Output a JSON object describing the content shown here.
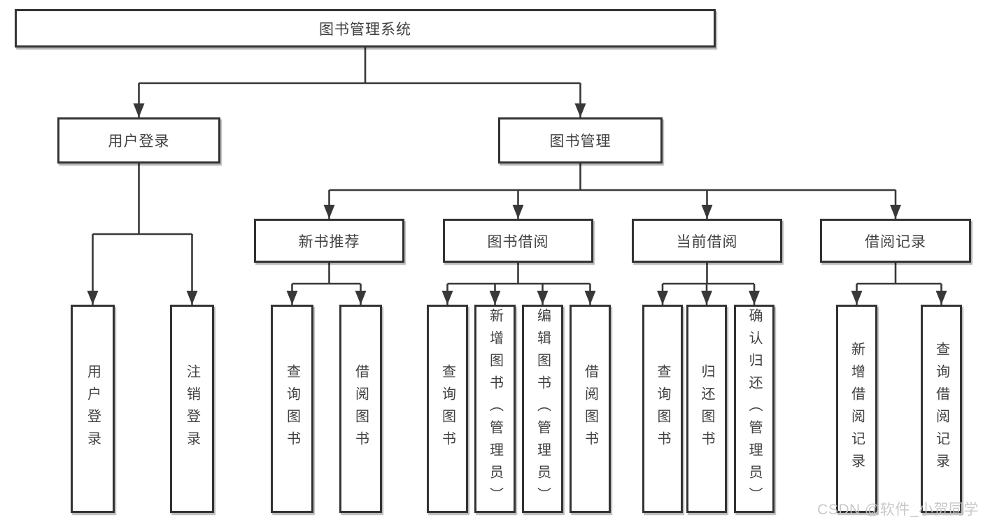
{
  "tree": {
    "root": "图书管理系统",
    "children": [
      {
        "label": "用户登录",
        "children": [
          {
            "label": "用户登录"
          },
          {
            "label": "注销登录"
          }
        ]
      },
      {
        "label": "图书管理",
        "children": [
          {
            "label": "新书推荐",
            "children": [
              {
                "label": "查询图书"
              },
              {
                "label": "借阅图书"
              }
            ]
          },
          {
            "label": "图书借阅",
            "children": [
              {
                "label": "查询图书"
              },
              {
                "label": "新增图书（管理员）"
              },
              {
                "label": "编辑图书（管理员）"
              },
              {
                "label": "借阅图书"
              }
            ]
          },
          {
            "label": "当前借阅",
            "children": [
              {
                "label": "查询图书"
              },
              {
                "label": "归还图书"
              },
              {
                "label": "确认归还（管理员）"
              }
            ]
          },
          {
            "label": "借阅记录",
            "children": [
              {
                "label": "新增借阅记录"
              },
              {
                "label": "查询借阅记录"
              }
            ]
          }
        ]
      }
    ]
  },
  "watermark": {
    "text": "CSDN @软件_小贺同学"
  },
  "colors": {
    "line": "#383838",
    "border": "#333333",
    "text": "#414141",
    "watermark": "#c6c6c6",
    "background": "#ffffff"
  }
}
